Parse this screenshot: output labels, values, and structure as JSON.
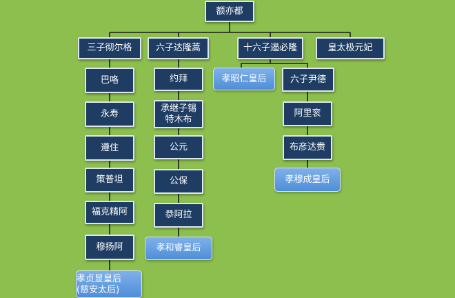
{
  "diagram": {
    "root": "额亦都",
    "generation2": [
      "三子彻尔格",
      "六子达隆蒿",
      "十六子遏必隆",
      "皇太极元妃"
    ],
    "branch1": [
      "巴咯",
      "永寿",
      "遵住",
      "策普坦",
      "福克精阿",
      "穆扬阿",
      "孝贞显皇后",
      "(慈安太后)"
    ],
    "branch2": [
      "约拜",
      "承继子锡特木布",
      "公元",
      "公保",
      "恭阿拉",
      "孝和睿皇后"
    ],
    "branch3_left": "孝昭仁皇后",
    "branch3_right": [
      "六子尹德",
      "阿里衮",
      "布彦达赉",
      "孝穆成皇后"
    ]
  },
  "colors": {
    "background": "#8dbf4f",
    "male_box": "#1f3d63",
    "female_box": "#5f9be0",
    "connector": "#1a1a1a"
  }
}
